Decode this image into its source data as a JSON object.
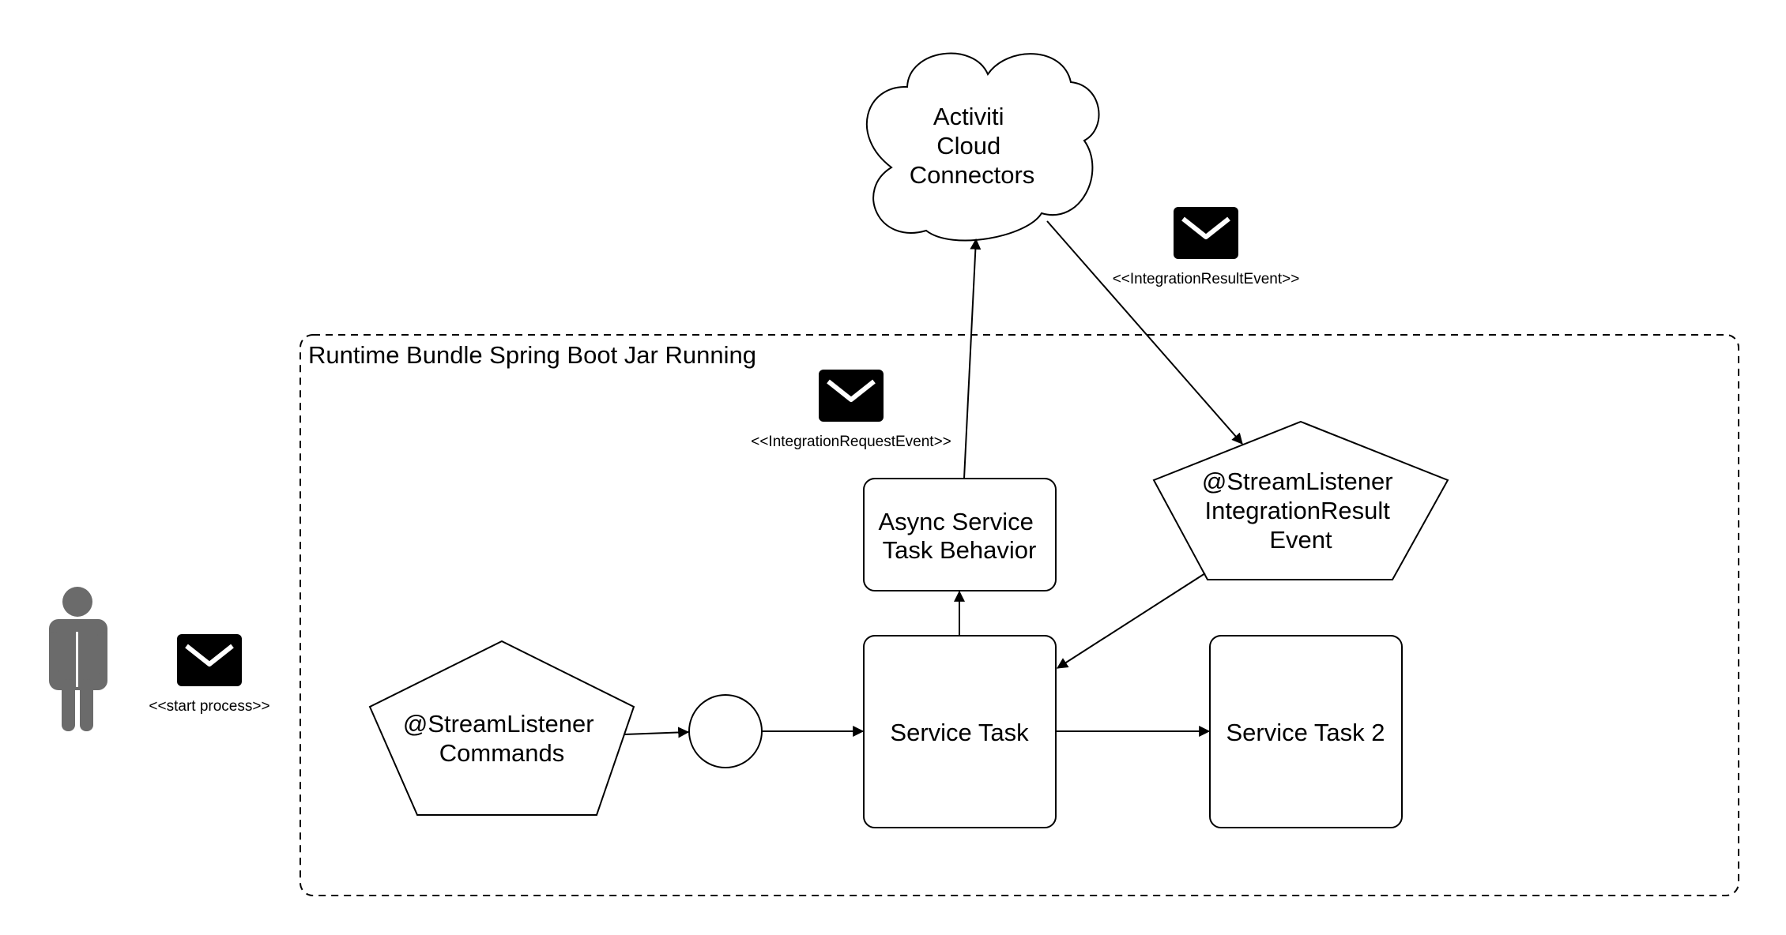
{
  "container": {
    "title": "Runtime Bundle Spring Boot Jar Running"
  },
  "cloud": {
    "lines": [
      "Activiti",
      "Cloud",
      "Connectors"
    ]
  },
  "messages": {
    "start": "<<start process>>",
    "request": "<<IntegrationRequestEvent>>",
    "result": "<<IntegrationResultEvent>>"
  },
  "nodes": {
    "commands": {
      "lines": [
        "@StreamListener",
        "Commands"
      ]
    },
    "async": {
      "lines": [
        "Async Service",
        "Task Behavior"
      ]
    },
    "result_listener": {
      "lines": [
        "@StreamListener",
        "IntegrationResult",
        "Event"
      ]
    },
    "service_task": {
      "label": "Service Task"
    },
    "service_task_2": {
      "label": "Service Task 2"
    }
  }
}
